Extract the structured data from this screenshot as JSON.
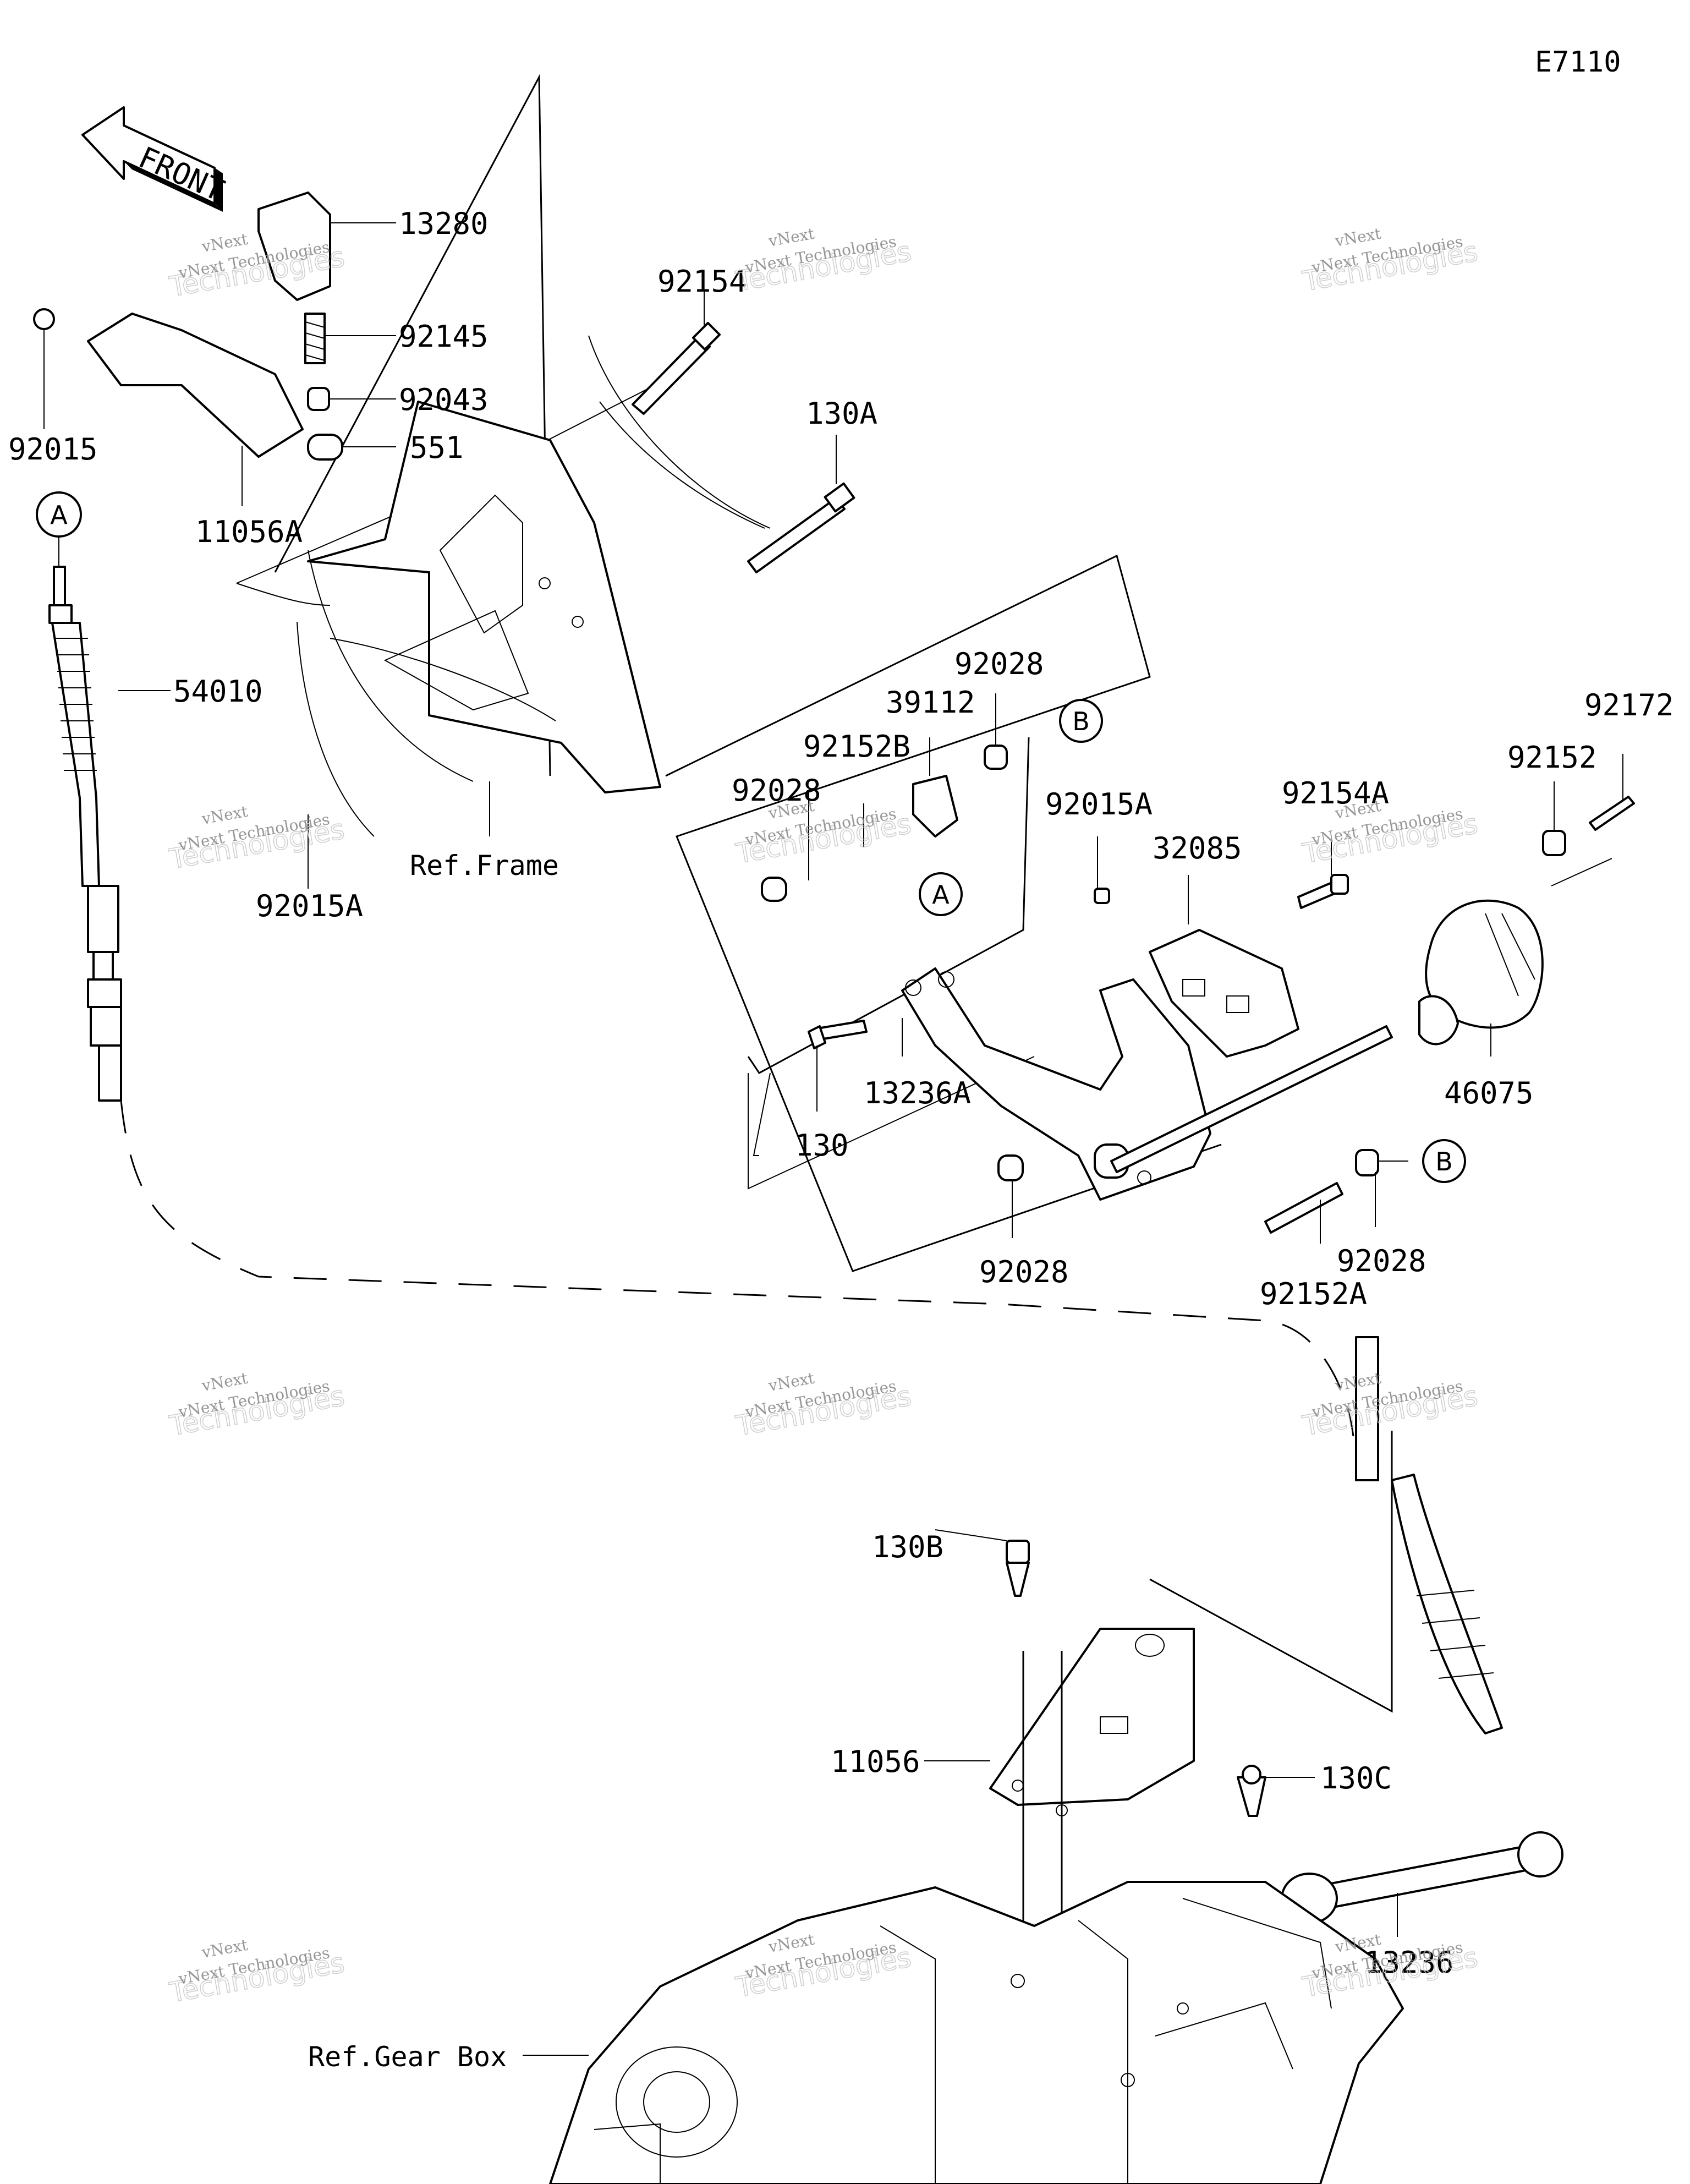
{
  "diagram_code": "E7110",
  "front_arrow_label": "FRONT",
  "refs": {
    "frame": "Ref.Frame",
    "gear_box": "Ref.Gear Box"
  },
  "callouts": {
    "a": "A",
    "b": "B"
  },
  "part_labels": {
    "p13280": "13280",
    "p92145": "92145",
    "p92043": "92043",
    "p551": "551",
    "p92015": "92015",
    "p11056A": "11056A",
    "p92154": "92154",
    "p130A": "130A",
    "p54010": "54010",
    "p92015A_left": "92015A",
    "p92028_top": "92028",
    "p39112": "39112",
    "p92152B": "92152B",
    "p92028_left": "92028",
    "p92015A_mid": "92015A",
    "p92154A": "92154A",
    "p32085": "32085",
    "p92152": "92152",
    "p92172": "92172",
    "p46075": "46075",
    "p130": "130",
    "p13236A": "13236A",
    "p92028_bottom": "92028",
    "p92028_right": "92028",
    "p92152A": "92152A",
    "p130B": "130B",
    "p11056": "11056",
    "p130C": "130C",
    "p13236": "13236"
  },
  "watermark": {
    "line1": "vNext Technologies",
    "line2": "Technologies",
    "brand": "vNext"
  },
  "colors": {
    "ink": "#000000",
    "watermark": "#8a8a8a",
    "background": "#ffffff"
  }
}
